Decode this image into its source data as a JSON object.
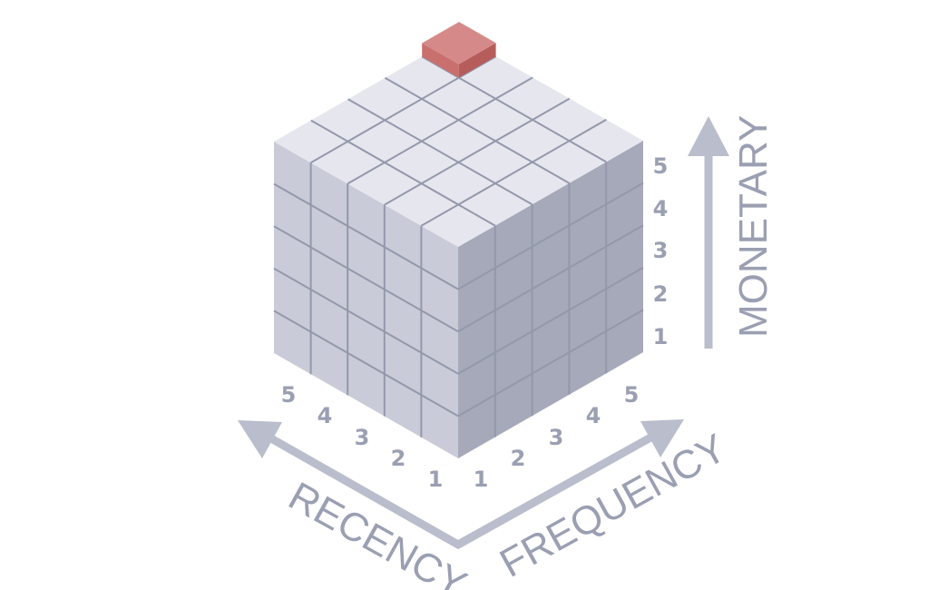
{
  "axes": {
    "monetary": {
      "title": "MONETARY",
      "ticks": [
        "1",
        "2",
        "3",
        "4",
        "5"
      ]
    },
    "frequency": {
      "title": "FREQUENCY",
      "ticks": [
        "1",
        "2",
        "3",
        "4",
        "5"
      ]
    },
    "recency": {
      "title": "RECENCY",
      "ticks": [
        "1",
        "2",
        "3",
        "4",
        "5"
      ]
    }
  },
  "cube": {
    "size": 5,
    "highlighted_cell": {
      "recency": 5,
      "frequency": 5,
      "monetary": 5
    }
  },
  "colors": {
    "top": "#e6e7ee",
    "left": "#c9ccd8",
    "right": "#a5a9b9",
    "grid": "#9398ab",
    "label": "#9a9fb2",
    "arrow": "#b9bdcc",
    "highlight_top": "#d58a89",
    "highlight_left": "#c9706f",
    "highlight_right": "#b65d5c"
  }
}
